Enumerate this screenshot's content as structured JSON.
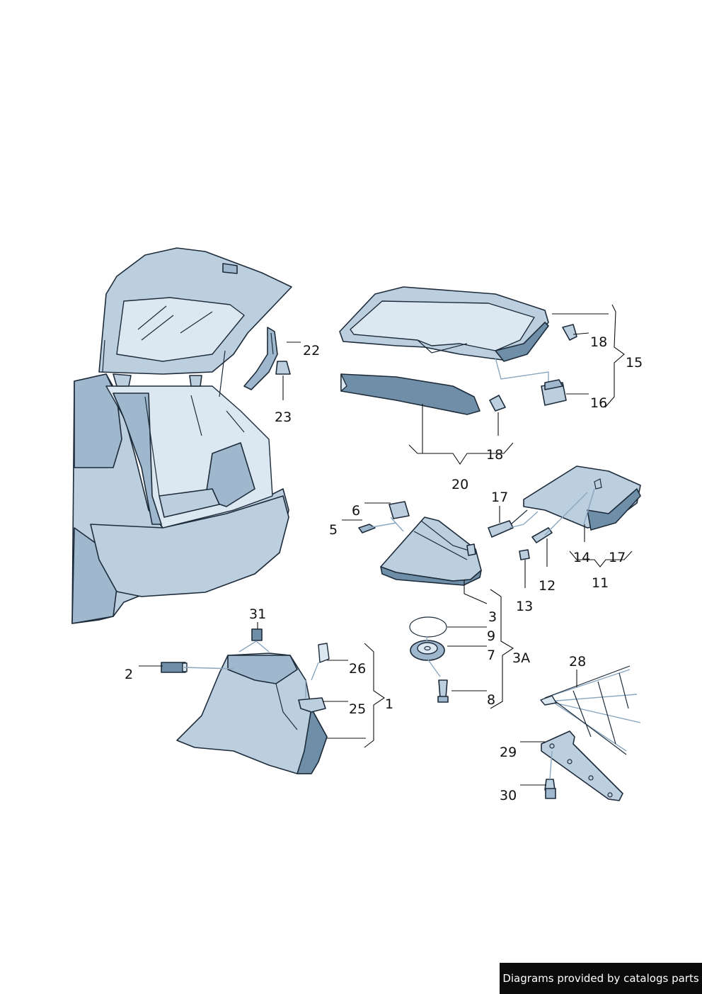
{
  "callouts": {
    "c1": "1",
    "c2": "2",
    "c3": "3",
    "c3a": "3A",
    "c5": "5",
    "c6": "6",
    "c7": "7",
    "c8": "8",
    "c9": "9",
    "c11": "11",
    "c12": "12",
    "c13": "13",
    "c14": "14",
    "c15": "15",
    "c16": "16",
    "c17a": "17",
    "c17b": "17",
    "c18a": "18",
    "c18b": "18",
    "c20": "20",
    "c22": "22",
    "c23": "23",
    "c25": "25",
    "c26": "26",
    "c28": "28",
    "c29": "29",
    "c30": "30",
    "c31": "31"
  },
  "footer": {
    "credit": "Diagrams provided by catalogs parts"
  },
  "colors": {
    "part_fill": "#bccfdf",
    "part_shade": "#6f8ea8",
    "outline": "#1d2b3a"
  }
}
